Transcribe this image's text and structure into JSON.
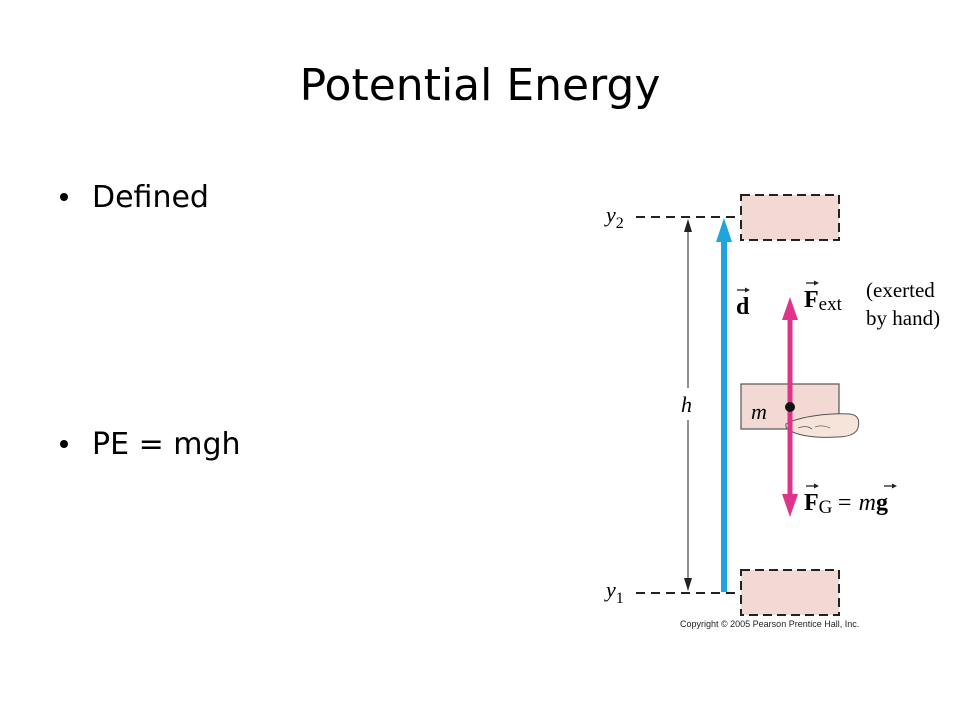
{
  "slide": {
    "title": "Potential Energy",
    "bullets": [
      "Defined",
      "PE = mgh"
    ]
  },
  "diagram": {
    "y2_label": "y",
    "y2_sub": "2",
    "y1_label": "y",
    "y1_sub": "1",
    "h_label": "h",
    "d_label": "d",
    "m_label": "m",
    "f_ext_label": "F",
    "f_ext_sub": "ext",
    "exerted_line1": "(exerted",
    "exerted_line2": "by hand)",
    "fg_label": "F",
    "fg_sub": "G",
    "fg_eq": "= m",
    "fg_g": "g",
    "copyright": "Copyright © 2005 Pearson Prentice Hall, Inc."
  },
  "colors": {
    "box_fill": "#f2d9d3",
    "displacement_arrow": "#1ea5e0",
    "force_arrow": "#e0338c"
  }
}
